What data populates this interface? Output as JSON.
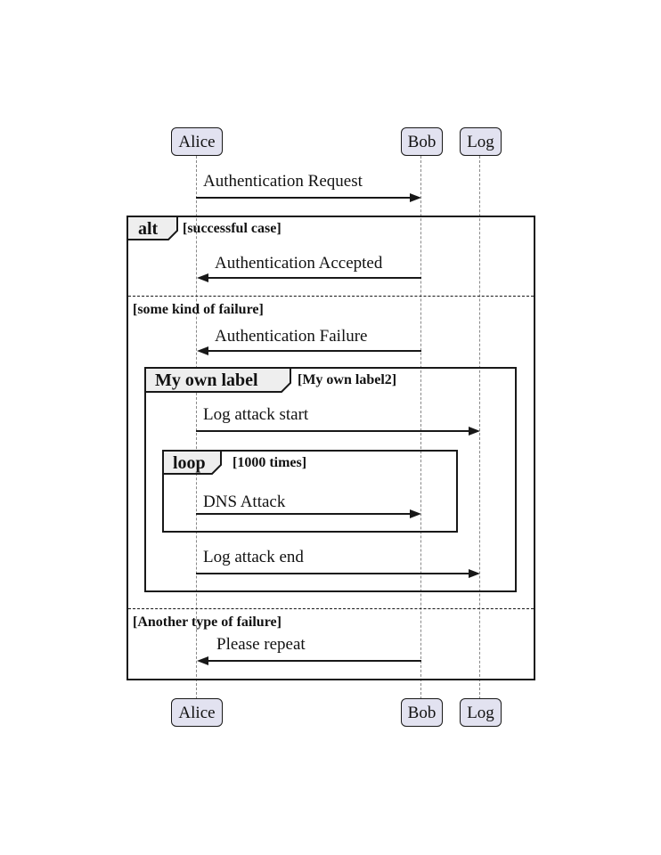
{
  "colors": {
    "background": "#FFFFFF",
    "text": "#121212",
    "actor_fill": "#E2E2F0",
    "actor_border": "#181818",
    "frame_border": "#181818",
    "tab_fill": "#EEEEEE",
    "lifeline": "#888888",
    "arrow": "#181818",
    "divider": "#181818"
  },
  "actors": [
    {
      "name": "Alice"
    },
    {
      "name": "Bob"
    },
    {
      "name": "Log"
    }
  ],
  "messages": [
    {
      "label": "Authentication Request",
      "from": "Alice",
      "to": "Bob"
    },
    {
      "label": "Authentication Accepted",
      "from": "Bob",
      "to": "Alice"
    },
    {
      "label": "Authentication Failure",
      "from": "Bob",
      "to": "Alice"
    },
    {
      "label": "Log attack start",
      "from": "Alice",
      "to": "Log"
    },
    {
      "label": "DNS Attack",
      "from": "Alice",
      "to": "Bob"
    },
    {
      "label": "Log attack end",
      "from": "Alice",
      "to": "Log"
    },
    {
      "label": "Please repeat",
      "from": "Bob",
      "to": "Alice"
    }
  ],
  "alt_frame": {
    "operator": "alt",
    "sections": [
      {
        "guard": "[successful case]"
      },
      {
        "guard": "[some kind of failure]"
      },
      {
        "guard": "[Another type of failure]"
      }
    ]
  },
  "group_frame": {
    "operator": "My own label",
    "guard": "[My own label2]"
  },
  "loop_frame": {
    "operator": "loop",
    "guard": "[1000 times]"
  }
}
